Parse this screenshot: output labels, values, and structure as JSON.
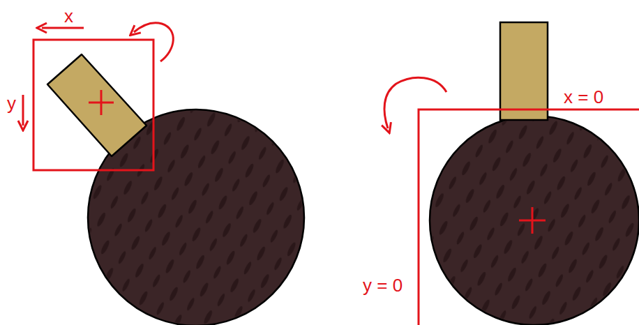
{
  "diagram": {
    "labels": [
      "x",
      "y",
      "x = 0",
      "y = 0"
    ]
  }
}
